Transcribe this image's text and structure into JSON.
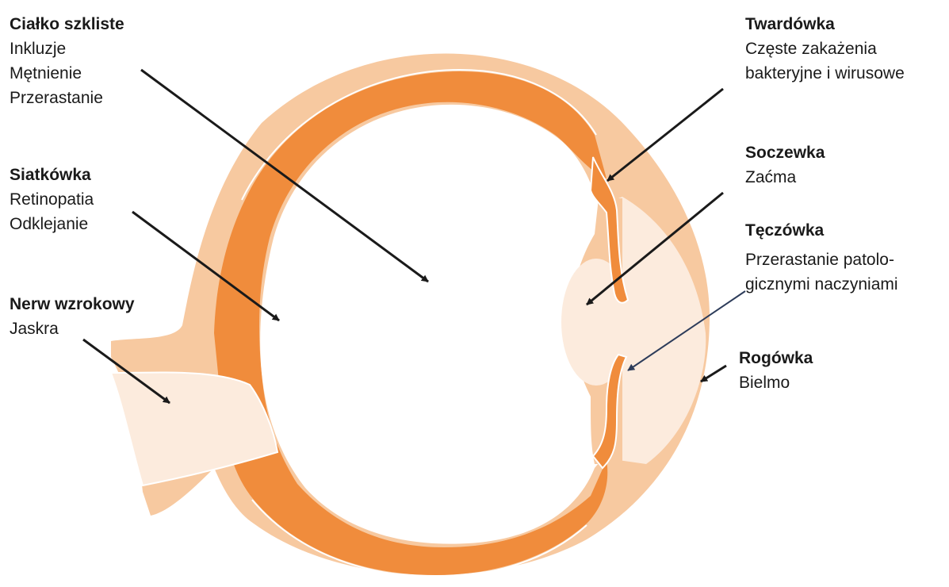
{
  "colors": {
    "sclera": "#F7C9A0",
    "choroid": "#F08C3C",
    "light_tissue": "#FCEBDD",
    "vitreous": "#FFFFFF",
    "outline": "#FFFFFF",
    "arrow": "#1a1a1a",
    "arrow_iris": "#2d3c5a",
    "text": "#1a1a1a"
  },
  "labels": {
    "vitreous": {
      "title": "Ciałko szkliste",
      "lines": [
        "Inkluzje",
        "Mętnienie",
        "Przerastanie"
      ]
    },
    "retina": {
      "title": "Siatkówka",
      "lines": [
        "Retinopatia",
        "Odklejanie"
      ]
    },
    "optic_nerve": {
      "title": "Nerw wzrokowy",
      "lines": [
        "Jaskra"
      ]
    },
    "sclera": {
      "title": "Twardówka",
      "lines": [
        "Częste zakażenia",
        "bakteryjne i wirusowe"
      ]
    },
    "lens": {
      "title": "Soczewka",
      "lines": [
        "Zaćma"
      ]
    },
    "iris": {
      "title": "Tęczówka",
      "lines": [
        "Przerastanie patolo-",
        "gicznymi naczyniami"
      ]
    },
    "cornea": {
      "title": "Rogówka",
      "lines": [
        "Bielmo"
      ]
    }
  }
}
